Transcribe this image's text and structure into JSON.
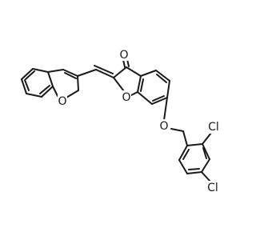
{
  "molecule": {
    "atoms": [
      {
        "id": "carbonyl-oxygen",
        "symbol": "O",
        "color": "#ff0000"
      },
      {
        "id": "furan-oxygen",
        "symbol": "O",
        "color": "#ff0000"
      },
      {
        "id": "chromene-oxygen",
        "symbol": "O",
        "color": "#ff0000"
      },
      {
        "id": "ether-oxygen",
        "symbol": "O",
        "color": "#ff0000"
      },
      {
        "id": "chlorine-ortho",
        "symbol": "Cl",
        "color": "#00a000"
      },
      {
        "id": "chlorine-para",
        "symbol": "Cl",
        "color": "#00a000"
      }
    ],
    "bond_color": "#1a1a1a"
  }
}
